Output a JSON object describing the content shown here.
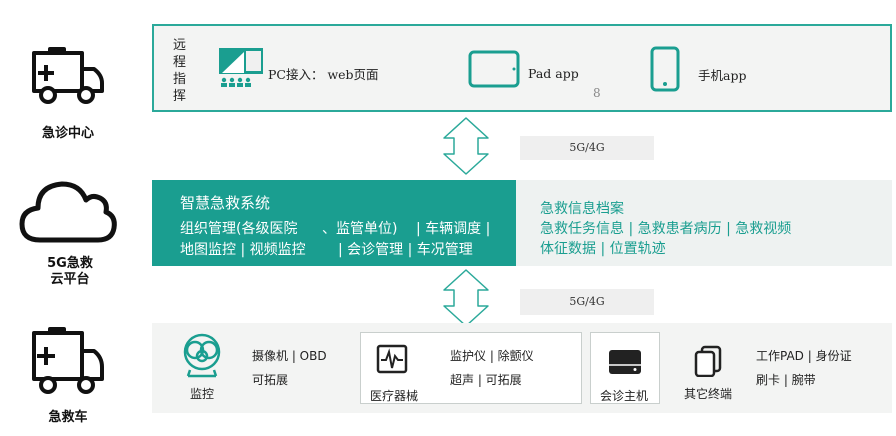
{
  "left_column": {
    "command_center": "急诊中心",
    "cloud_platform_line1": "5G急救",
    "cloud_platform_line2": "云平台",
    "ambulance": "急救车"
  },
  "remote_command": {
    "vertical_label": [
      "远",
      "程",
      "指",
      "挥"
    ],
    "pc_label": "PC接入： web页面",
    "pad_label": "Pad app",
    "pad_number": "8",
    "phone_label": "手机app"
  },
  "links": {
    "top": "5G/4G",
    "bottom": "5G/4G"
  },
  "platform": {
    "title": "智慧急救系统",
    "line1_a": "组织管理(各级医院",
    "line1_b": "、监管单位)",
    "line1_c": "| 车辆调度 |",
    "line2_a": "地图监控 | 视频监控",
    "line2_b": "| 会诊管理 | 车况管理",
    "archive_title": "急救信息档案",
    "archive_line1": "急救任务信息 | 急救患者病历 | 急救视频",
    "archive_line2": "体征数据 | 位置轨迹"
  },
  "vehicle": {
    "camera_desc_1": "摄像机 | OBD",
    "camera_desc_2": "可拓展",
    "monitor_label": "监控",
    "device_desc_1": "监护仪 | 除颤仪",
    "device_desc_2": "超声 | 可拓展",
    "device_label": "医疗器械",
    "host_label": "会诊主机",
    "other_label": "其它终端",
    "other_desc_1": "工作PAD | 身份证",
    "other_desc_2": "刷卡 | 腕带"
  },
  "colors": {
    "teal": "#1a9e90",
    "border_teal": "#2ba99a",
    "light_gray": "#f3f4f3"
  }
}
